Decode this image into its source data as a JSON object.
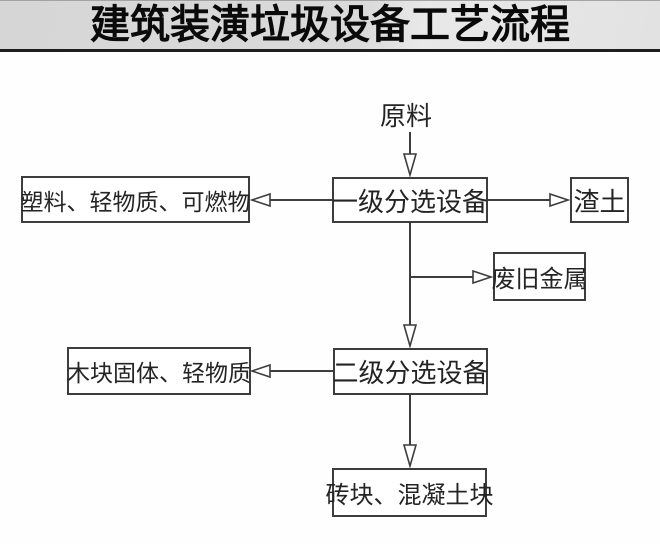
{
  "header": {
    "title": "建筑装潢垃圾设备工艺流程"
  },
  "diagram": {
    "type": "flowchart",
    "nodes": {
      "raw": "原料",
      "stage1": "一级分选设备",
      "plastic": "塑料、轻物质、可燃物",
      "slag": "渣土",
      "metal": "废旧金属",
      "stage2": "二级分选设备",
      "wood": "木块固体、轻物质",
      "brick": "砖块、混凝土块"
    },
    "edges": [
      {
        "from": "原料",
        "to": "一级分选设备"
      },
      {
        "from": "一级分选设备",
        "to": "塑料、轻物质、可燃物"
      },
      {
        "from": "一级分选设备",
        "to": "渣土"
      },
      {
        "from": "一级分选设备",
        "to": "废旧金属"
      },
      {
        "from": "一级分选设备",
        "to": "二级分选设备"
      },
      {
        "from": "二级分选设备",
        "to": "木块固体、轻物质"
      },
      {
        "from": "二级分选设备",
        "to": "砖块、混凝土块"
      }
    ]
  },
  "colors": {
    "header_bg": "#dadada",
    "header_rule": "#1e1e1e",
    "line": "#3d3d3d",
    "box_border": "#3d3d3d",
    "box_fill": "#ffffff",
    "text": "#242424",
    "canvas_bg": "#fefefe"
  }
}
